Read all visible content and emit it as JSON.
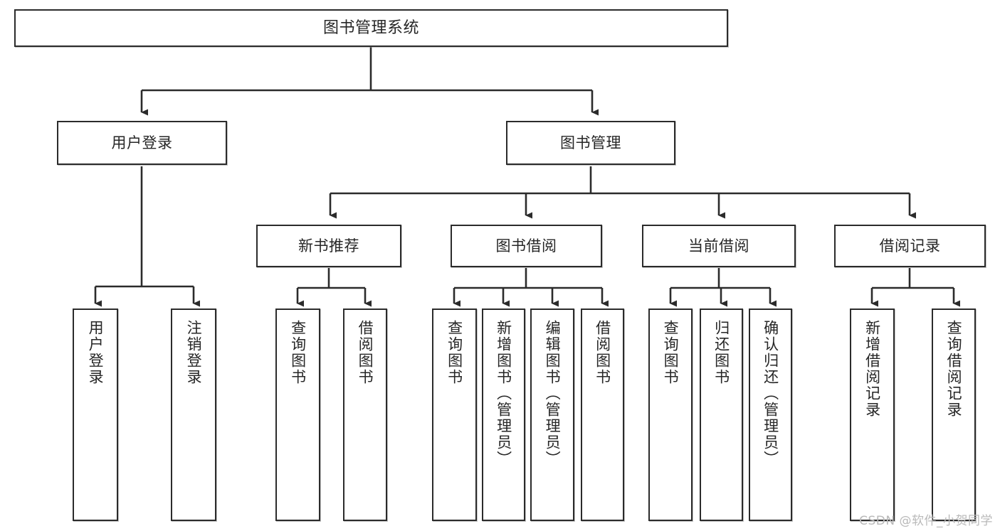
{
  "diagram": {
    "title": "图书管理系统",
    "type": "hierarchy-tree",
    "levels": 4,
    "colors": {
      "box_border": "#2b2b2b",
      "box_fill": "#ffffff",
      "edge": "#2b2b2b",
      "text": "#262626",
      "watermark": "#b9b9b9"
    },
    "nodes": {
      "root": {
        "label": "图书管理系统"
      },
      "level2": [
        {
          "id": "user-login",
          "label": "用户登录"
        },
        {
          "id": "book-management",
          "label": "图书管理"
        }
      ],
      "level3": [
        {
          "id": "new-book-recommend",
          "label": "新书推荐"
        },
        {
          "id": "book-borrow",
          "label": "图书借阅"
        },
        {
          "id": "current-borrow",
          "label": "当前借阅"
        },
        {
          "id": "borrow-record",
          "label": "借阅记录"
        }
      ],
      "leaves": {
        "user_login": [
          {
            "id": "leaf-user-login",
            "label": "用户登录"
          },
          {
            "id": "leaf-logout-login",
            "label": "注销登录"
          }
        ],
        "new_book_recommend": [
          {
            "id": "leaf-query-book-1",
            "label": "查询图书"
          },
          {
            "id": "leaf-borrow-book-1",
            "label": "借阅图书"
          }
        ],
        "book_borrow": [
          {
            "id": "leaf-query-book-2",
            "label": "查询图书"
          },
          {
            "id": "leaf-add-book",
            "label": "新增图书（管理员）"
          },
          {
            "id": "leaf-edit-book",
            "label": "编辑图书（管理员）"
          },
          {
            "id": "leaf-borrow-book-2",
            "label": "借阅图书"
          }
        ],
        "current_borrow": [
          {
            "id": "leaf-query-book-3",
            "label": "查询图书"
          },
          {
            "id": "leaf-return-book",
            "label": "归还图书"
          },
          {
            "id": "leaf-confirm-return",
            "label": "确认归还（管理员）"
          }
        ],
        "borrow_record": [
          {
            "id": "leaf-add-borrow-record",
            "label": "新增借阅记录"
          },
          {
            "id": "leaf-query-borrow-record",
            "label": "查询借阅记录"
          }
        ]
      }
    }
  },
  "watermark": {
    "text": "CSDN @软件_小贺同学"
  }
}
